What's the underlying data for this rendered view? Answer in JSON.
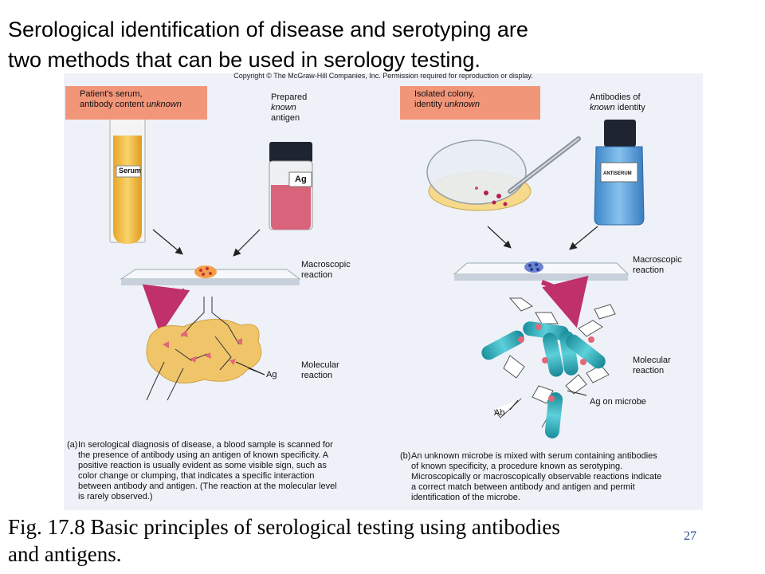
{
  "slide": {
    "title_line1": "Serological identification of disease and serotyping are",
    "title_line2": "two methods that can be used in serology testing.",
    "figure_caption_line1": "Fig. 17.8 Basic principles of serological testing using antibodies",
    "figure_caption_line2": "and antigens.",
    "page_number": "27"
  },
  "figure": {
    "copyright": "Copyright © The McGraw-Hill Companies, Inc. Permission required for reproduction or display.",
    "left": {
      "box_line1": "Patient's serum,",
      "box_line2_plain": "antibody content ",
      "box_line2_italic": "unknown",
      "tube_label": "Serum",
      "vial_label": "Ag",
      "prepared_line1": "Prepared",
      "prepared_line2_italic": "known",
      "prepared_line3": "antigen",
      "macro_line1": "Macroscopic",
      "macro_line2": "reaction",
      "ag_label": "Ag",
      "molecular_line1": "Molecular",
      "molecular_line2": "reaction",
      "caption_prefix": "(a)",
      "caption_lines": [
        "In serological diagnosis of disease, a blood sample is scanned for",
        "the presence of antibody using an antigen of known specificity. A",
        "positive reaction is usually evident as some visible sign, such as",
        "color change or clumping, that indicates a specific interaction",
        "between antibody and antigen. (The reaction at the molecular level",
        "is rarely observed.)"
      ]
    },
    "right": {
      "box_line1": "Isolated colony,",
      "box_line2_plain": "identity ",
      "box_line2_italic": "unknown",
      "antibodies_line1": "Antibodies of",
      "antibodies_line2_italic": "known",
      "antibodies_line2_plain": " identity",
      "bottle_label": "ANTISERUM",
      "macro_line1": "Macroscopic",
      "macro_line2": "reaction",
      "molecular_line1": "Molecular",
      "molecular_line2": "reaction",
      "ag_on_microbe": "Ag on microbe",
      "ab_label": "Ab",
      "caption_prefix": "(b)",
      "caption_lines": [
        "An unknown microbe is mixed with serum containing antibodies",
        "of known specificity, a procedure known as serotyping.",
        "Microscopically or macroscopically observable reactions indicate",
        "a correct match between antibody and antigen and permit",
        "identification of the microbe."
      ]
    }
  },
  "colors": {
    "label_box": "#f2967a",
    "serum_yellow": "#f2c04a",
    "antigen_pink": "#d9637a",
    "antiserum_blue": "#5aa2dc",
    "microbe_teal": "#2aa6b4",
    "clump_tan": "#f0c56a",
    "arrow_magenta": "#c0306a",
    "page_number": "#2a4e8c"
  },
  "icons": [
    "test-tube-icon",
    "antigen-vial-icon",
    "petri-dish-icon",
    "inoculating-loop-icon",
    "antiserum-bottle-icon",
    "glass-slide-icon",
    "antibody-icon",
    "microbe-icon"
  ]
}
